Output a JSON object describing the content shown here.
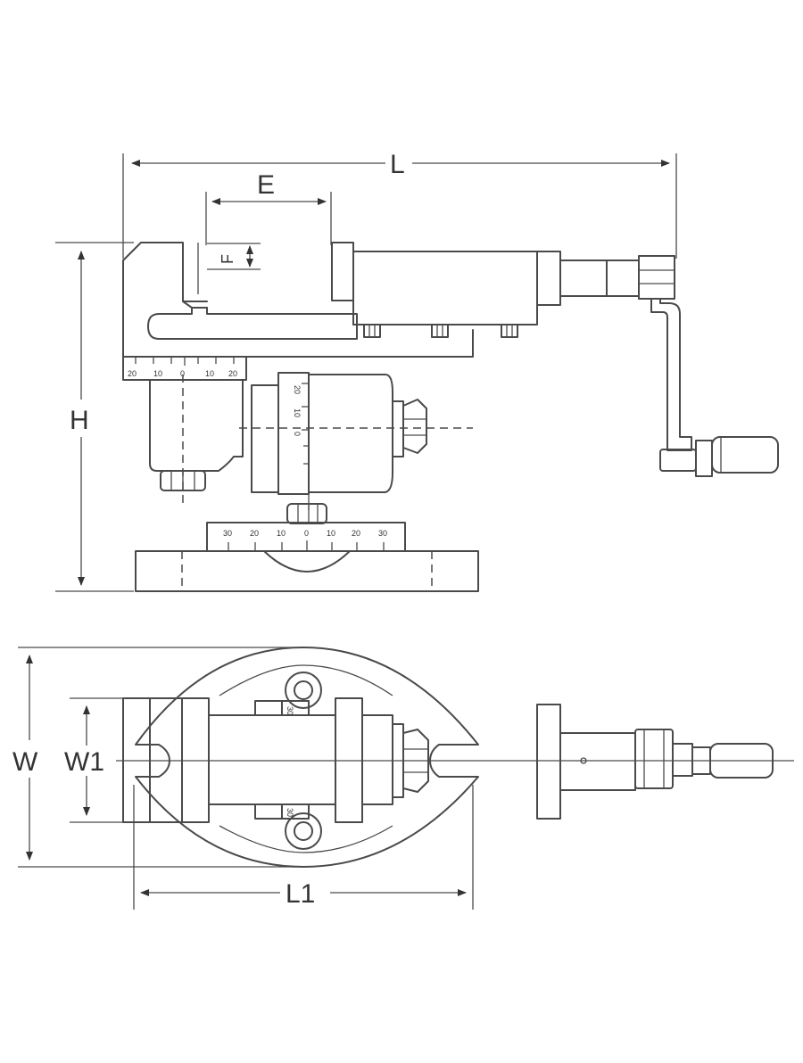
{
  "dimensions": {
    "L": "L",
    "E": "E",
    "F": "F",
    "H": "H",
    "W": "W",
    "W1": "W1",
    "L1": "L1"
  },
  "scales": {
    "front_top": [
      "20",
      "10",
      "0",
      "10",
      "20"
    ],
    "vertical": [
      "20",
      "10",
      "0"
    ],
    "base_swivel": [
      "30",
      "20",
      "10",
      "0",
      "10",
      "20",
      "30"
    ],
    "plan_small": [
      "30",
      "30"
    ]
  },
  "colors": {
    "line": "#4a4a4a",
    "text": "#333333",
    "background": "#ffffff"
  }
}
